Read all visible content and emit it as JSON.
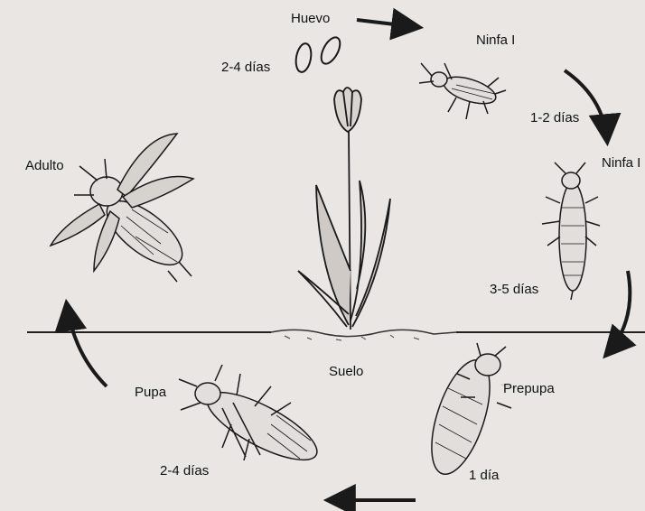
{
  "labels": {
    "huevo": "Huevo",
    "ninfa1": "Ninfa I",
    "ninfa2": "Ninfa I",
    "prepupa": "Prepupa",
    "pupa": "Pupa",
    "adulto": "Adulto",
    "suelo": "Suelo"
  },
  "durations": {
    "huevo_ninfa": "2-4 días",
    "ninfa1_ninfa2": "1-2 días",
    "ninfa2_prepupa": "3-5 días",
    "prepupa_pupa": "1 día",
    "pupa_adulto": "2-4 días"
  },
  "colors": {
    "ink": "#1a1a1a",
    "paper": "#e9e6e4",
    "bleed": "#cfcac6"
  },
  "icons": {
    "egg": "egg-icon",
    "nymph": "nymph-insect-icon",
    "prepupa": "prepupa-insect-icon",
    "pupa": "pupa-insect-icon",
    "adult": "adult-thrips-icon",
    "plant": "tulip-plant-icon"
  }
}
